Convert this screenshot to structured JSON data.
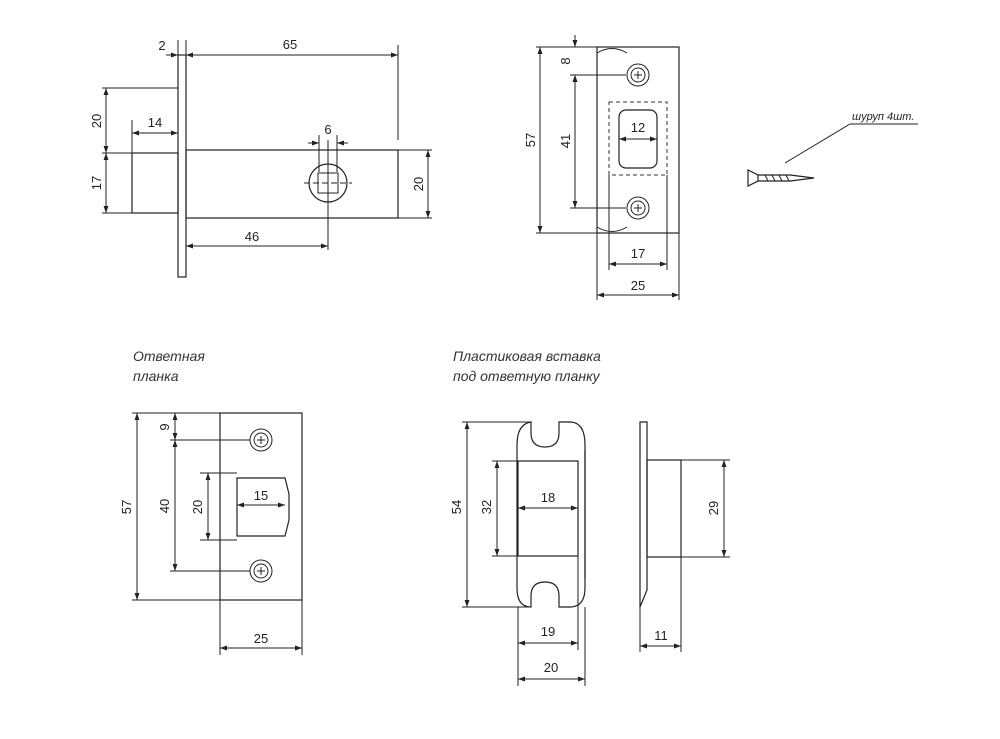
{
  "labels": {
    "strike_plate": [
      "Ответная",
      "планка"
    ],
    "plastic_insert": [
      "Пластиковая вставка",
      "под ответную планку"
    ],
    "screw": "шуруп 4шт."
  },
  "dims": {
    "latch_front_plate_thickness": "2",
    "latch_total_length": "65",
    "latch_upper_offset": "20",
    "latch_bolt_length": "14",
    "latch_bolt_height": "17",
    "latch_square_spindle": "6",
    "latch_body_height": "20",
    "latch_backset": "46",
    "face_screw_offset": "8",
    "face_total_height": "57",
    "face_screw_spacing": "41",
    "face_window_width": "12",
    "face_inner_width": "17",
    "face_total_width": "25",
    "strike_screw_offset": "9",
    "strike_total_height": "57",
    "strike_screw_spacing": "40",
    "strike_window_height": "20",
    "strike_window_width": "15",
    "strike_total_width": "25",
    "insert_total_height": "54",
    "insert_window_height": "32",
    "insert_window_width": "18",
    "insert_inner_width": "19",
    "insert_total_width": "20",
    "insert_side_height": "29",
    "insert_depth": "11"
  }
}
